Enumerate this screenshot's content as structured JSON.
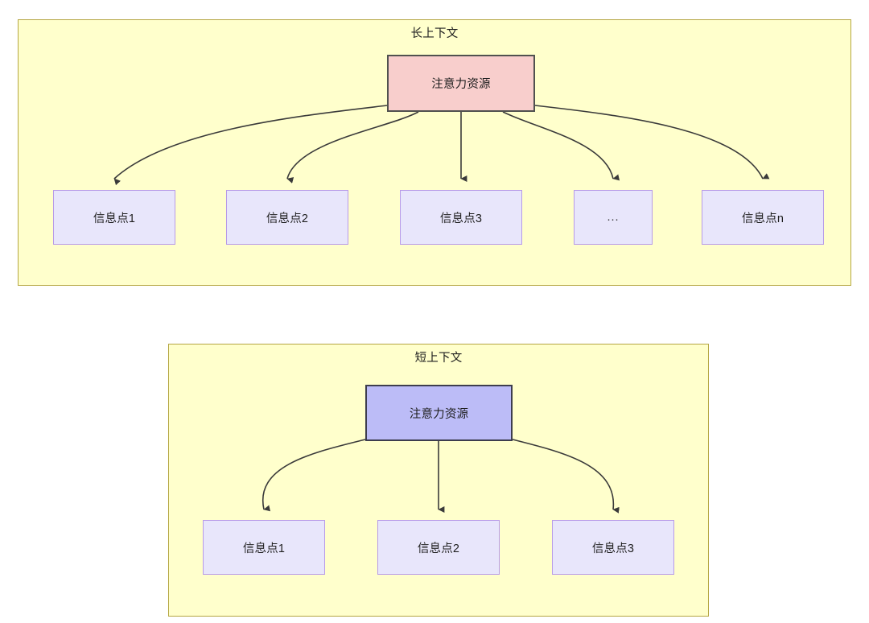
{
  "diagram": {
    "type": "flowchart",
    "background": "#ffffff",
    "panel_fill": "#ffffcc",
    "panel_stroke": "#b5a642",
    "edge_color": "#3a3a3a",
    "panels": [
      {
        "id": "long-context",
        "title": "长上下文",
        "root": {
          "label": "注意力资源",
          "fill": "#f8cecc",
          "stroke": "#50514f"
        },
        "children": [
          {
            "label": "信息点1"
          },
          {
            "label": "信息点2"
          },
          {
            "label": "信息点3"
          },
          {
            "label": "..."
          },
          {
            "label": "信息点n"
          }
        ],
        "child_fill": "#e8e6fb",
        "child_stroke": "#b79ae8"
      },
      {
        "id": "short-context",
        "title": "短上下文",
        "root": {
          "label": "注意力资源",
          "fill": "#bcbcf7",
          "stroke": "#3d3d4e"
        },
        "children": [
          {
            "label": "信息点1"
          },
          {
            "label": "信息点2"
          },
          {
            "label": "信息点3"
          }
        ],
        "child_fill": "#e8e6fb",
        "child_stroke": "#b79ae8"
      }
    ]
  }
}
